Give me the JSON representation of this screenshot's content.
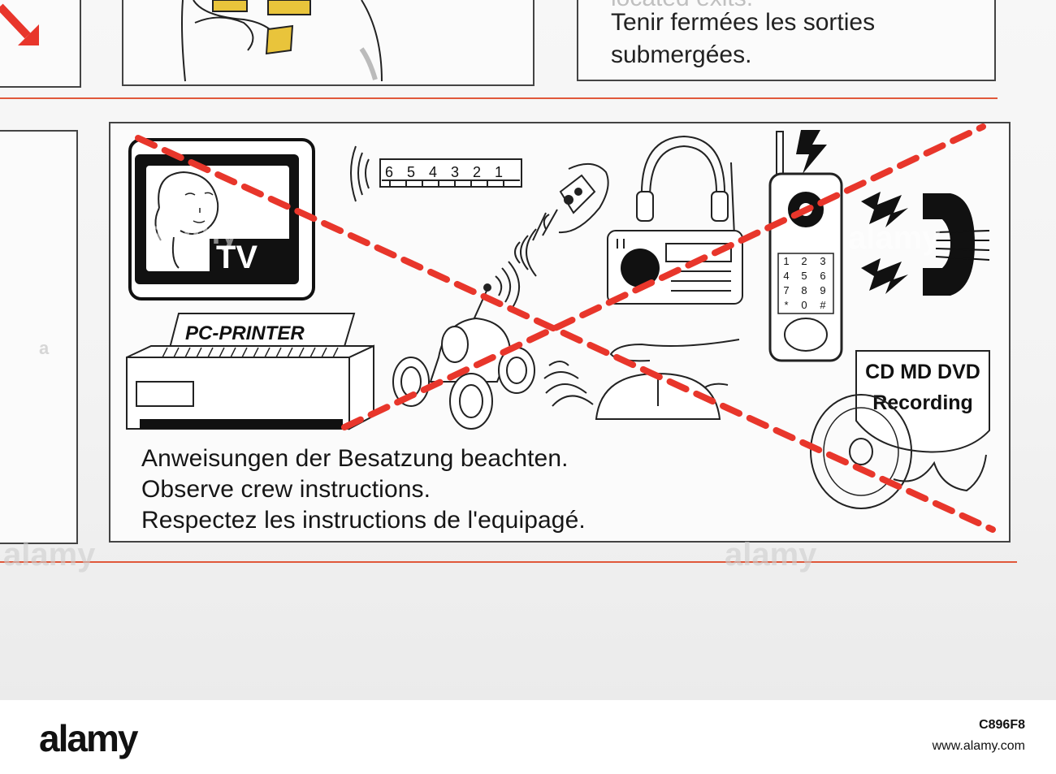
{
  "top_panel": {
    "partial_text": "located exits.",
    "lines": [
      "Tenir fermées les sorties",
      "submergées."
    ]
  },
  "main_panel": {
    "device_labels": {
      "tv": "TV",
      "printer": "PC-PRINTER",
      "range_scale": "6 5 4 3 2 1",
      "phone_keys": [
        "1",
        "2",
        "3",
        "4",
        "5",
        "6",
        "7",
        "8",
        "9",
        "*",
        "0",
        "#"
      ],
      "disc_title": "CD MD DVD",
      "disc_subtitle": "Recording"
    },
    "instructions": [
      "Anweisungen der Besatzung beachten.",
      "Observe crew instructions.",
      "Respectez les instructions de l'equipagé."
    ]
  },
  "watermarks": [
    "alamy",
    "alamy",
    "alamy",
    "alamy",
    "a",
    "a"
  ],
  "footer": {
    "brand": "alamy",
    "image_code": "C896F8",
    "site": "www.alamy.com"
  },
  "colors": {
    "strike_red": "#e8362b",
    "rule_red": "#e0583a",
    "ink": "#1a1a1a"
  },
  "icons": [
    "arrow-icon",
    "tv-icon",
    "signal-icon",
    "remote-control-icon",
    "headphones-icon",
    "radio-icon",
    "mobile-phone-icon",
    "lightning-icon",
    "printer-icon",
    "rc-car-icon",
    "mouse-icon",
    "disc-icon"
  ]
}
